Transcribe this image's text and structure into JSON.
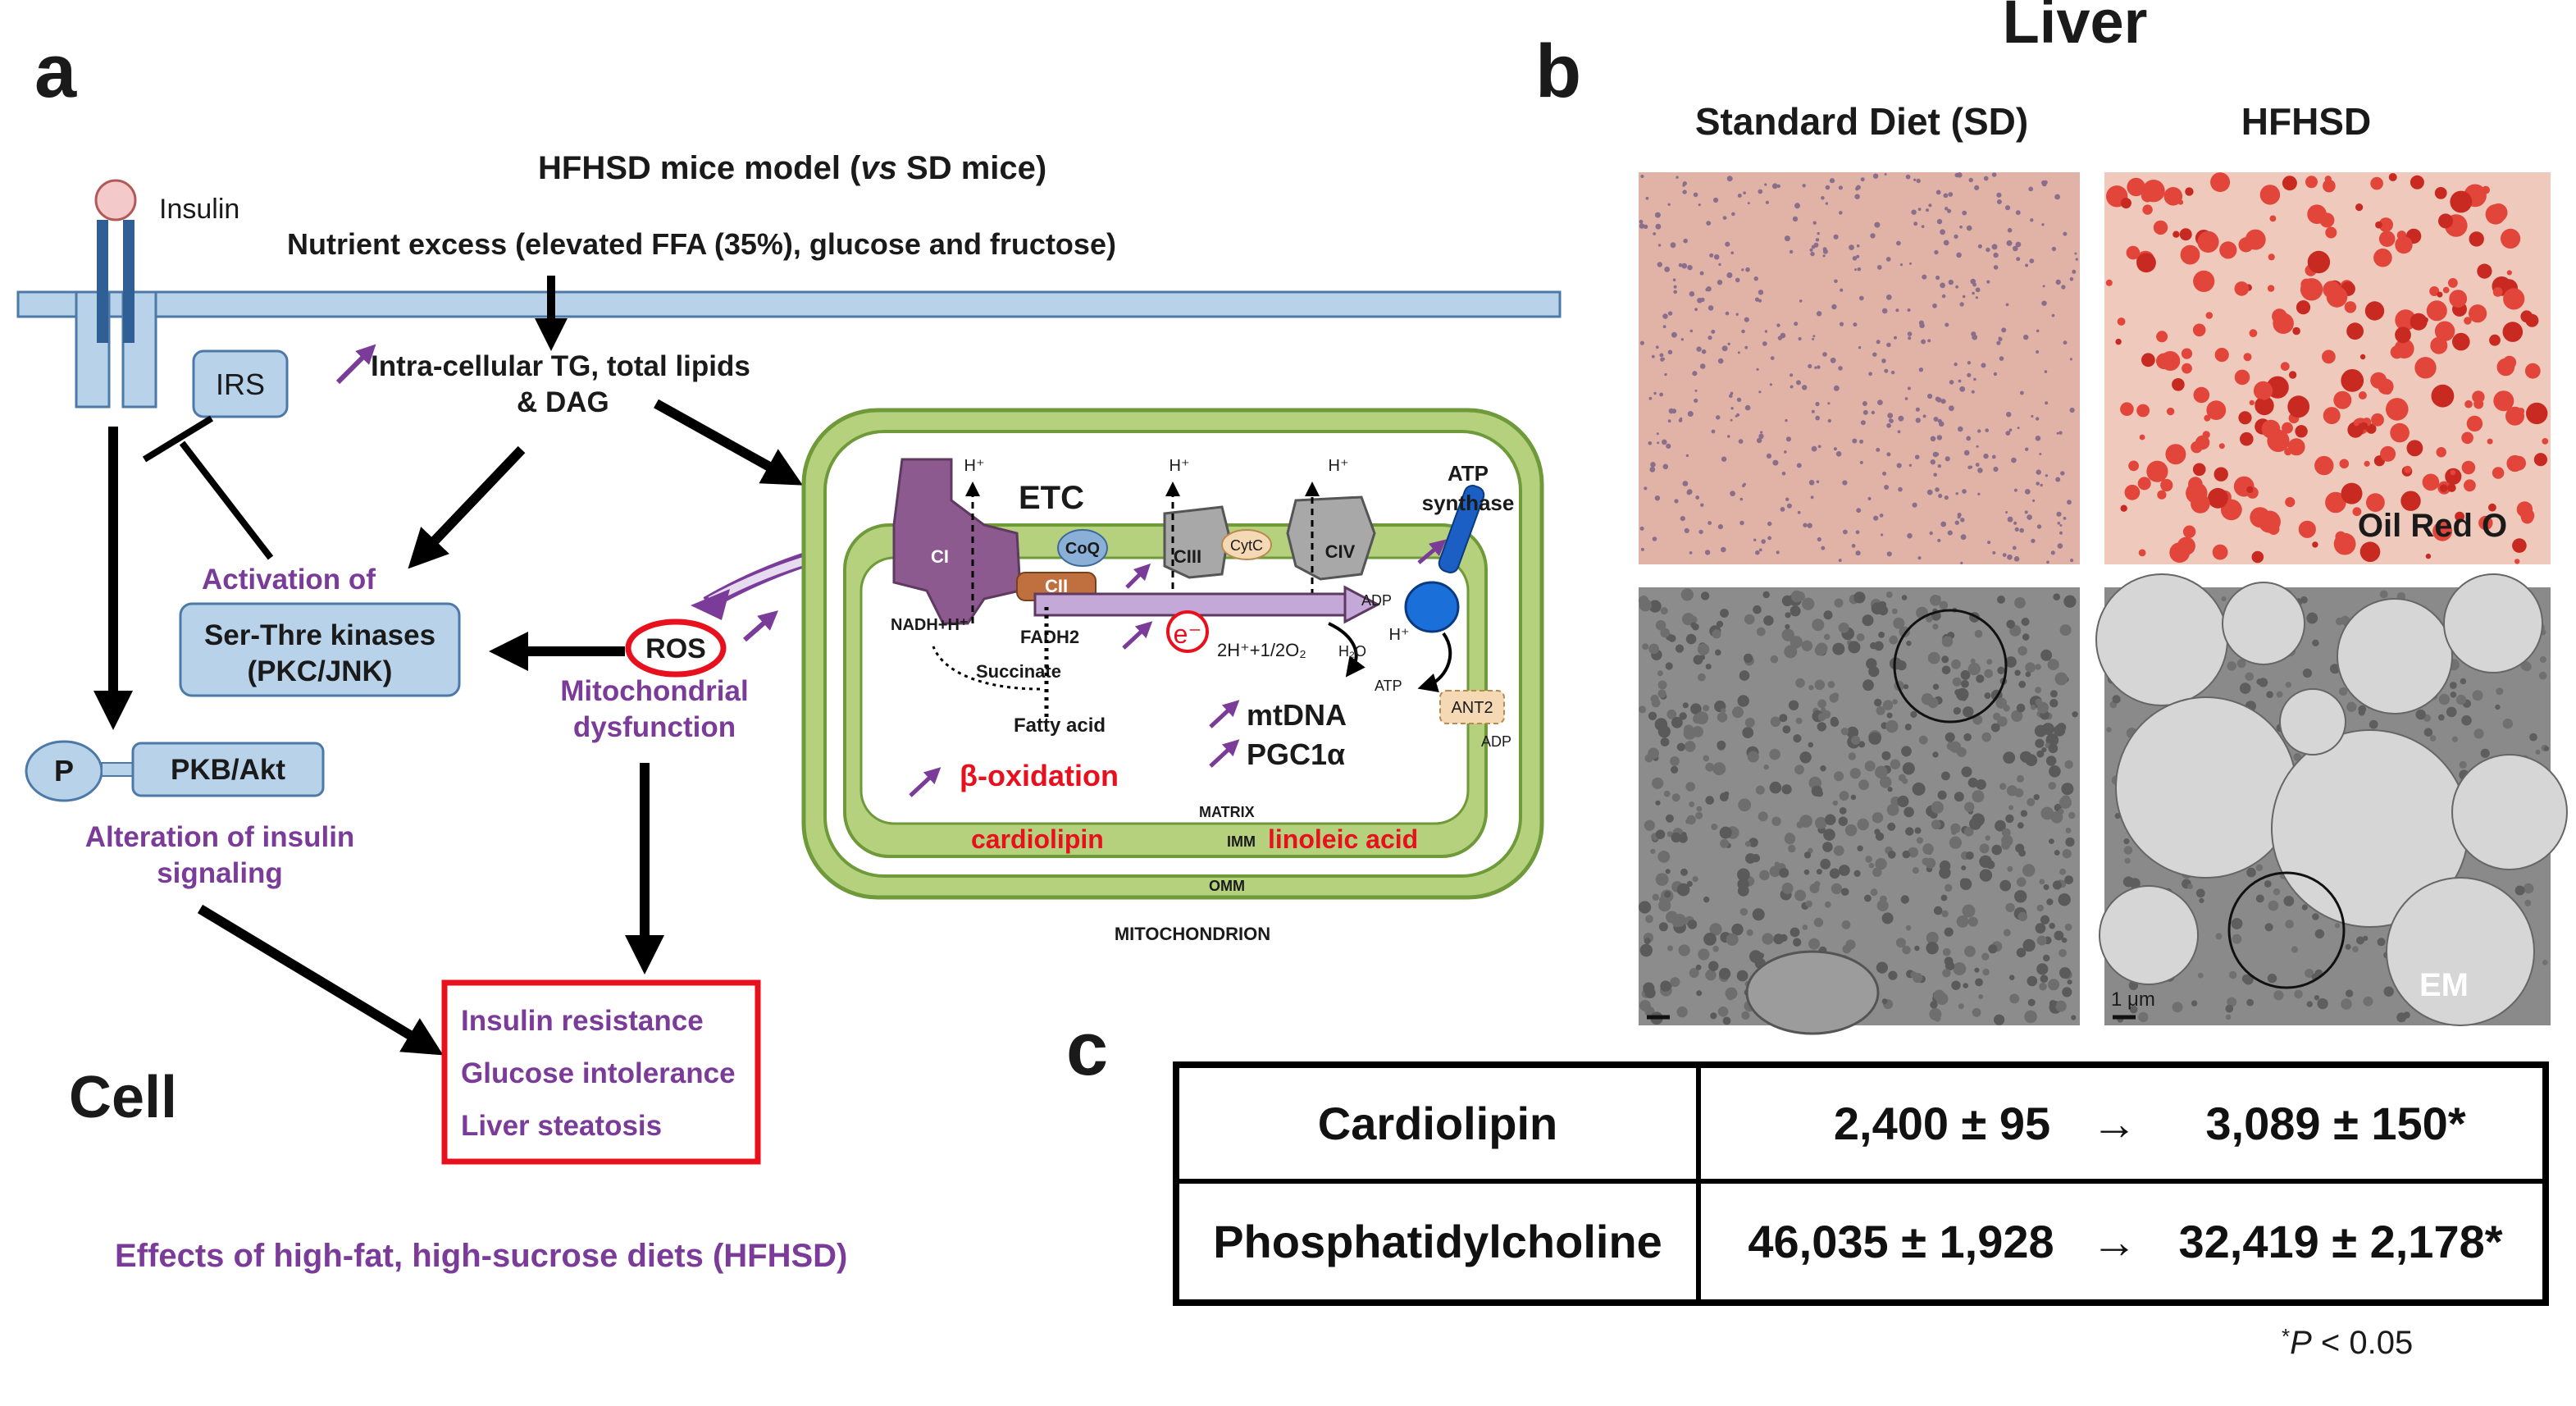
{
  "panel_letters": {
    "a": "a",
    "b": "b",
    "c": "c"
  },
  "panel_a": {
    "model_title": "HFHSD mice model (vs SD mice)",
    "model_title_pre": "HFHSD mice model (",
    "model_title_vs": "vs",
    "model_title_post": " SD mice)",
    "nutrient_excess": "Nutrient excess (elevated FFA (35%), glucose and fructose)",
    "insulin": "Insulin",
    "irs": "IRS",
    "intracellular_line1": "Intra-cellular TG, total lipids",
    "intracellular_line2": "& DAG",
    "activation_of": "Activation of",
    "kinases_line1": "Ser-Thre kinases",
    "kinases_line2": "(PKC/JNK)",
    "ros": "ROS",
    "mito_dysfunction_line1": "Mitochondrial",
    "mito_dysfunction_line2": "dysfunction",
    "p": "P",
    "pkb": "PKB/Akt",
    "alteration_line1": "Alteration of insulin",
    "alteration_line2": "signaling",
    "outcomes": [
      "Insulin resistance",
      "Glucose intolerance",
      "Liver steatosis"
    ],
    "cell": "Cell",
    "caption": "Effects of high-fat, high-sucrose diets (HFHSD)",
    "mitochondrion": {
      "etc": "ETC",
      "ci": "CI",
      "cii": "CII",
      "ciii": "CIII",
      "civ": "CIV",
      "coq": "CoQ",
      "cytc": "CytC",
      "hplus": "H⁺",
      "nadh": "NADH+H⁺",
      "fadh2": "FADH2",
      "succinate": "Succinate",
      "fatty_acid": "Fatty acid",
      "electron": "e⁻",
      "water_reaction": "2H⁺+1/2O₂",
      "h2o": "H₂O",
      "adp": "ADP",
      "atp": "ATP",
      "atp_synthase_line1": "ATP",
      "atp_synthase_line2": "synthase",
      "ant2": "ANT2",
      "mtdna": "mtDNA",
      "pgc1a": "PGC1α",
      "beta_oxidation": "β-oxidation",
      "cardiolipin": "cardiolipin",
      "linoleic_acid": "linoleic acid",
      "matrix": "MATRIX",
      "imm": "IMM",
      "omm": "OMM",
      "label": "MITOCHONDRION"
    }
  },
  "panel_b": {
    "title": "Liver",
    "columns": [
      "Standard Diet (SD)",
      "HFHSD"
    ],
    "oil_red_o": "Oil Red O",
    "em": "EM",
    "scale_bar": "1 μm"
  },
  "panel_c": {
    "rows": [
      {
        "name": "Cardiolipin",
        "before": "2,400 ± 95",
        "arrow": "→",
        "after": "3,089 ± 150*"
      },
      {
        "name": "Phosphatidylcholine",
        "before": "46,035 ± 1,928",
        "arrow": "→",
        "after": "32,419 ± 2,178*"
      }
    ],
    "footnote_star": "*",
    "footnote_p": "P",
    "footnote_rest": " < 0.05"
  },
  "colors": {
    "membrane": "#b8d2ea",
    "membrane_stroke": "#4d79a8",
    "mito_green": "#b5d17e",
    "mito_stroke": "#6f9a3a",
    "purple": "#7a3b99",
    "red": "#e8101c",
    "box_blue": "#b8d2ea"
  }
}
